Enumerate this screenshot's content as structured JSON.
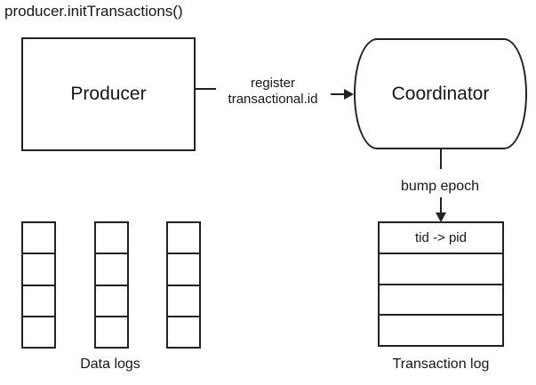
{
  "title": "producer.initTransactions()",
  "colors": {
    "line": "#222222",
    "text": "#161616",
    "background": "#ffffff"
  },
  "nodes": {
    "producer": {
      "label": "Producer"
    },
    "coordinator": {
      "label": "Coordinator"
    }
  },
  "edges": {
    "register": {
      "label_line1": "register",
      "label_line2": "transactional.id"
    },
    "bump_epoch": {
      "label": "bump epoch"
    }
  },
  "transaction_log": {
    "caption": "Transaction log",
    "header_cell": "tid -> pid",
    "empty_rows": 3
  },
  "data_logs": {
    "caption": "Data logs",
    "columns": 3,
    "cells_per_column": 4
  }
}
